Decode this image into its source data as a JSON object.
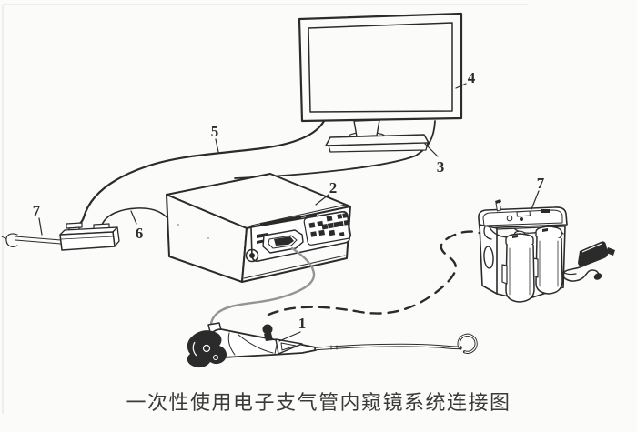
{
  "caption": {
    "text": "一次性使用电子支气管内窥镜系统连接图"
  },
  "ref_labels": {
    "endoscope": "1",
    "image_processor": "2",
    "monitor_cable": "3",
    "monitor": "4",
    "main_cable": "5",
    "link_cable": "6",
    "tube_connector": "7",
    "suction_pump": "7"
  },
  "colors": {
    "ink": "#2b2b2b",
    "cable": "#949494",
    "paper": "#fbfbf9"
  }
}
